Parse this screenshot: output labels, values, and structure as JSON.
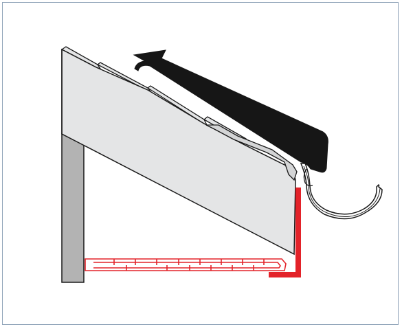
{
  "diagram": {
    "kind": "roof eave cross-section",
    "labels": [],
    "parts": [
      "wall",
      "roof-panel",
      "roof-shingles",
      "drip-edge",
      "gutter",
      "red-trim",
      "soffit-panel",
      "direction-arrow"
    ],
    "colors": {
      "background": "#ffffff",
      "frame_border": "#8fa3b8",
      "wall_fill": "#b3b3b3",
      "roof_fill": "#e4e5e6",
      "outline": "#1a1a1a",
      "arrow_fill": "#161616",
      "trim_red": "#e32229",
      "gutter_fill": "#ffffff"
    }
  }
}
